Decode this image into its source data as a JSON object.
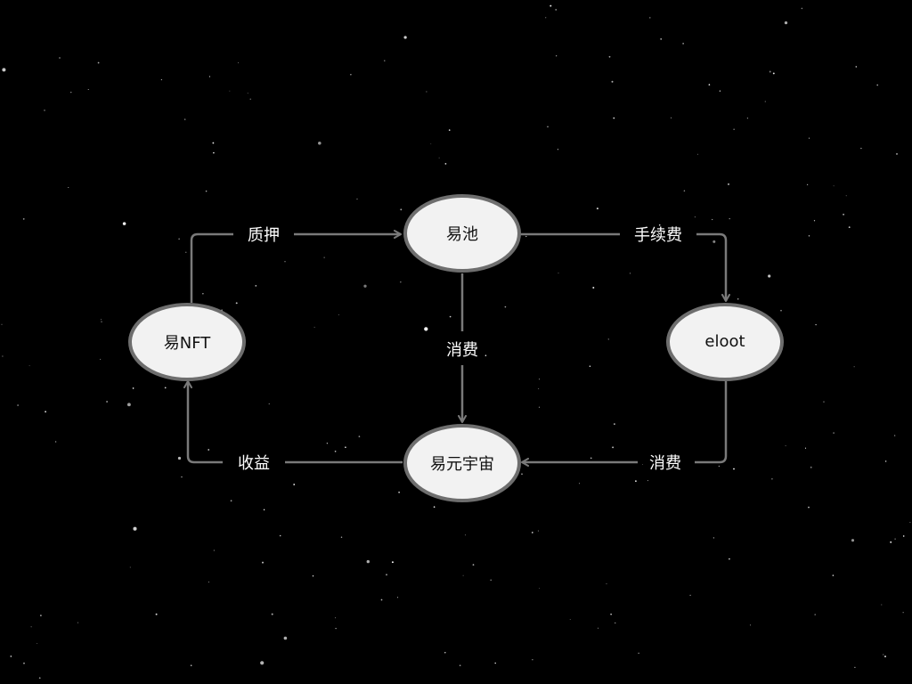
{
  "colors": {
    "background": "#000000",
    "node_fill": "#f2f2f2",
    "node_stroke": "#6e6e6e",
    "edge": "#7a7a7a",
    "edge_label": "#ffffff",
    "node_text": "#111111"
  },
  "nodes": {
    "yi_pool": "易池",
    "yi_nft": "易NFT",
    "eloot": "eloot",
    "yi_metaverse": "易元宇宙"
  },
  "edges": {
    "stake": "质押",
    "fee": "手续费",
    "consume_center": "消费",
    "consume_right": "消费",
    "revenue": "收益"
  }
}
